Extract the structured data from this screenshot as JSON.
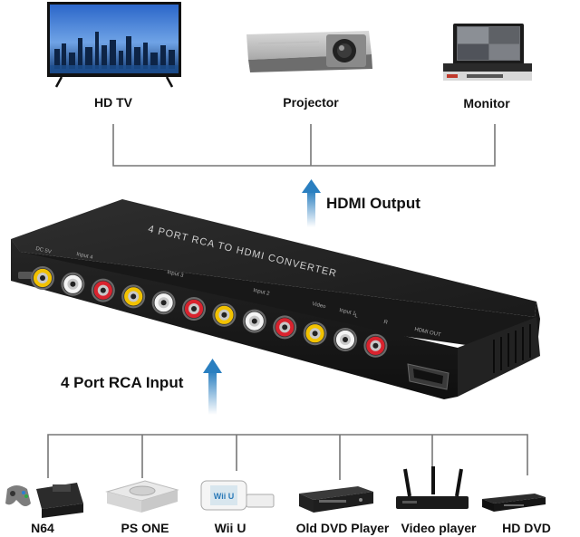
{
  "outputs": {
    "heading": "HDMI Output",
    "devices": [
      {
        "label": "HD TV",
        "icon": "tv-icon"
      },
      {
        "label": "Projector",
        "icon": "projector-icon"
      },
      {
        "label": "Monitor",
        "icon": "monitor-dvr-icon"
      }
    ]
  },
  "converter": {
    "title": "4 PORT RCA TO HDMI CONVERTER",
    "ports": {
      "power": "DC 5V",
      "input_4": "Input 4",
      "input_3": "Input 3",
      "input_2": "Input 2",
      "input_1": "Input 1",
      "video": "Video",
      "left": "L",
      "right": "R",
      "hdmi_out": "HDMI OUT"
    },
    "colors": {
      "body": "#1c1c1c",
      "yellow_jack": "#f2c200",
      "white_jack": "#f4f4f4",
      "red_jack": "#d9232e"
    }
  },
  "inputs": {
    "heading": "4 Port RCA Input",
    "devices": [
      {
        "label": "N64",
        "icon": "n64-console-icon"
      },
      {
        "label": "PS ONE",
        "icon": "ps-one-console-icon"
      },
      {
        "label": "Wii U",
        "icon": "wii-u-console-icon"
      },
      {
        "label": "Old DVD Player",
        "icon": "dvd-player-icon"
      },
      {
        "label": "Video player",
        "icon": "video-player-icon"
      },
      {
        "label": "HD DVD",
        "icon": "hd-dvd-icon"
      }
    ]
  },
  "accent": "#2a7fc0"
}
